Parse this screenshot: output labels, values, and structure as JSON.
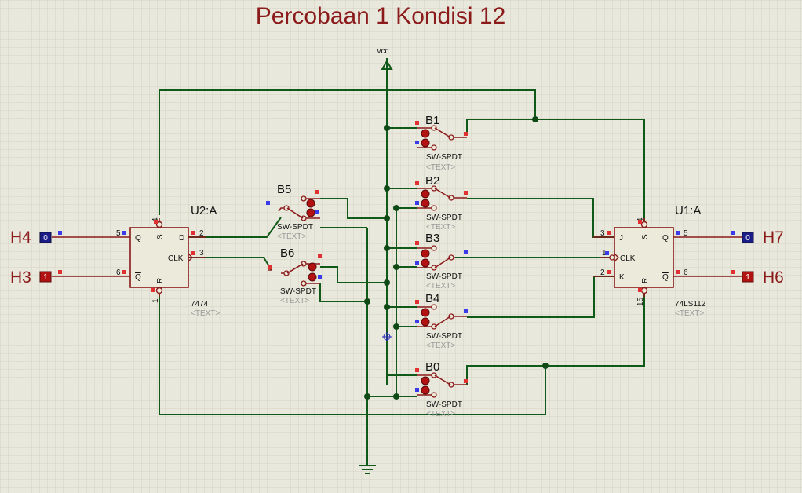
{
  "title": "Percobaan 1 Kondisi 12",
  "power": {
    "vcc_label": "vcc"
  },
  "chips": {
    "u2": {
      "name": "U2:A",
      "type": "7474",
      "text": "<TEXT>",
      "pins": {
        "q": "Q",
        "qbar": "Q",
        "d": "D",
        "clk": "CLK",
        "s": "S",
        "r": "R",
        "n5": "5",
        "n6": "6",
        "n2": "2",
        "n3": "3",
        "n4": "4",
        "n1": "1"
      }
    },
    "u1": {
      "name": "U1:A",
      "type": "74LS112",
      "text": "<TEXT>",
      "pins": {
        "j": "J",
        "clk": "CLK",
        "k": "K",
        "q": "Q",
        "qbar": "Q",
        "s": "S",
        "r": "R",
        "n3": "3",
        "n1": "1",
        "n2": "2",
        "n5": "5",
        "n6": "6",
        "n4": "4",
        "n15": "15"
      }
    }
  },
  "switches": [
    {
      "ref": "B1",
      "type": "SW-SPDT",
      "text": "<TEXT>"
    },
    {
      "ref": "B2",
      "type": "SW-SPDT",
      "text": "<TEXT>"
    },
    {
      "ref": "B3",
      "type": "SW-SPDT",
      "text": "<TEXT>"
    },
    {
      "ref": "B4",
      "type": "SW-SPDT",
      "text": "<TEXT>"
    },
    {
      "ref": "B0",
      "type": "SW-SPDT",
      "text": "<TEXT>"
    },
    {
      "ref": "B5",
      "type": "SW-SPDT",
      "text": "<TEXT>"
    },
    {
      "ref": "B6",
      "type": "SW-SPDT",
      "text": "<TEXT>"
    }
  ],
  "probes": [
    {
      "name": "H4",
      "value": "0",
      "state": "low"
    },
    {
      "name": "H3",
      "value": "1",
      "state": "high"
    },
    {
      "name": "H7",
      "value": "0",
      "state": "low"
    },
    {
      "name": "H6",
      "value": "1",
      "state": "high"
    }
  ],
  "colors": {
    "wire": "#0f5a19",
    "component": "#8b1a1a",
    "probe_low": "#1d1d8a",
    "probe_high": "#b31212",
    "pin_high": "#e03030",
    "pin_low": "#3a3ae8",
    "grid": "#d3d2c2"
  }
}
